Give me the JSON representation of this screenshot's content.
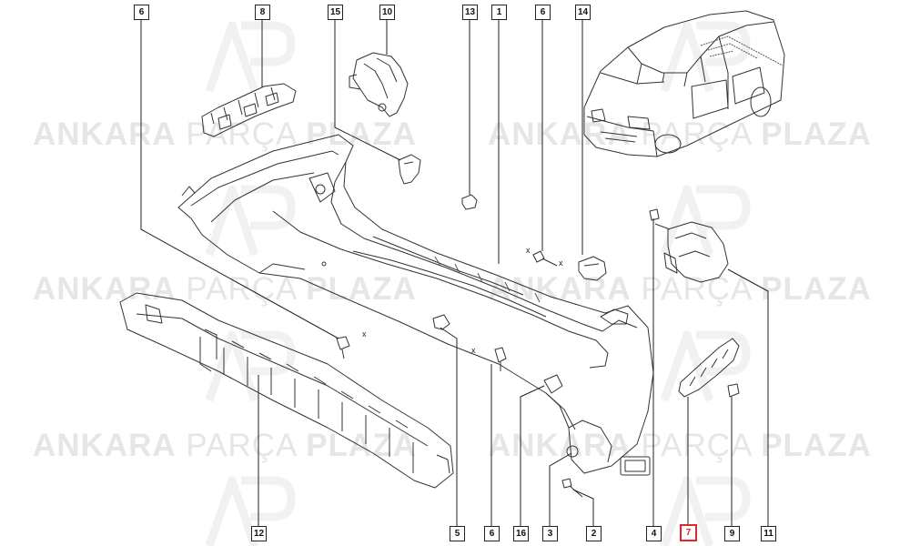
{
  "watermark": {
    "word1": "ANKARA",
    "word2": "PARÇA",
    "word3": "PLAZA",
    "logo": "AP"
  },
  "callouts": [
    {
      "id": "c6a",
      "label": "6"
    },
    {
      "id": "c8",
      "label": "8"
    },
    {
      "id": "c15",
      "label": "15"
    },
    {
      "id": "c10",
      "label": "10"
    },
    {
      "id": "c13",
      "label": "13"
    },
    {
      "id": "c1",
      "label": "1"
    },
    {
      "id": "c6b",
      "label": "6"
    },
    {
      "id": "c14",
      "label": "14"
    },
    {
      "id": "c12",
      "label": "12"
    },
    {
      "id": "c5",
      "label": "5"
    },
    {
      "id": "c6c",
      "label": "6"
    },
    {
      "id": "c16",
      "label": "16"
    },
    {
      "id": "c3",
      "label": "3"
    },
    {
      "id": "c2",
      "label": "2"
    },
    {
      "id": "c4",
      "label": "4"
    },
    {
      "id": "c7",
      "label": "7"
    },
    {
      "id": "c9",
      "label": "9"
    },
    {
      "id": "c11",
      "label": "11"
    }
  ],
  "highlight_callout": "c7",
  "highlight_color": "#e0262f",
  "axis_marker": "x"
}
